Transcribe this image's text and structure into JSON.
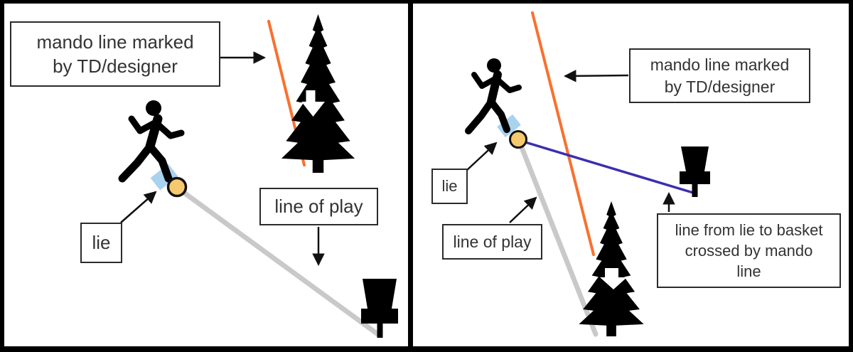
{
  "diagram": {
    "topic": "disc golf mando line diagram",
    "panels": [
      "legal line of play",
      "line from lie to basket crossed by mando line"
    ]
  },
  "colors": {
    "mando_line": "#f9702f",
    "line_of_play": "#c9c9c9",
    "lie_to_basket": "#3b2fae",
    "lie_marker": "#a9d2ef",
    "disc": "#f7c96e",
    "silhouette": "#000000"
  },
  "left": {
    "mando_label": [
      "mando line marked",
      "by TD/designer"
    ],
    "lie_label": "lie",
    "line_of_play_label": "line of play"
  },
  "right": {
    "mando_label": [
      "mando line marked",
      "by TD/designer"
    ],
    "lie_label": "lie",
    "line_of_play_label": "line of play",
    "crossed_label": [
      "line from lie to basket",
      "crossed by mando",
      "line"
    ]
  }
}
